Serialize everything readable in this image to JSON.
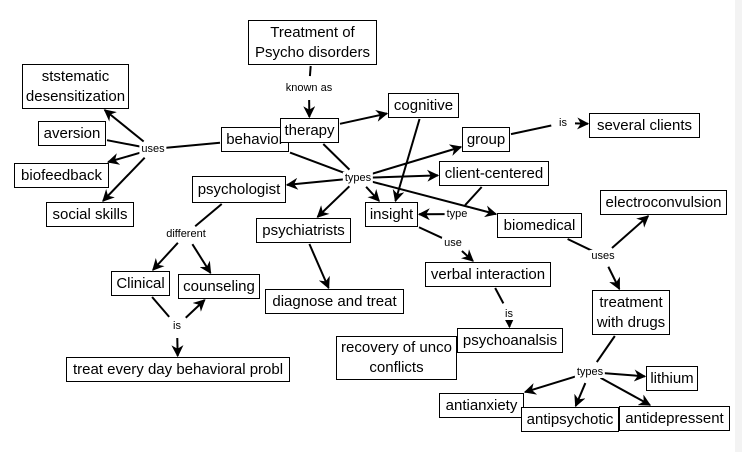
{
  "diagram": {
    "type": "concept-map",
    "nodes": [
      {
        "id": "treatment",
        "label": "Treatment of\nPsycho disorders"
      },
      {
        "id": "ststematic",
        "label": "ststematic\ndesensitization"
      },
      {
        "id": "aversion",
        "label": "aversion"
      },
      {
        "id": "biofeedback",
        "label": "biofeedback"
      },
      {
        "id": "socialskills",
        "label": "social skills"
      },
      {
        "id": "behavior",
        "label": "behavior"
      },
      {
        "id": "therapy",
        "label": "therapy"
      },
      {
        "id": "cognitive",
        "label": "cognitive"
      },
      {
        "id": "group",
        "label": "group"
      },
      {
        "id": "severalclients",
        "label": "several clients"
      },
      {
        "id": "clientcentered",
        "label": "client-centered"
      },
      {
        "id": "psychologist",
        "label": "psychologist"
      },
      {
        "id": "psychiatrists",
        "label": "psychiatrists"
      },
      {
        "id": "insight",
        "label": "insight"
      },
      {
        "id": "biomedical",
        "label": "biomedical"
      },
      {
        "id": "electroconvulsion",
        "label": "electroconvulsion"
      },
      {
        "id": "clinical",
        "label": "Clinical"
      },
      {
        "id": "counseling",
        "label": "counseling"
      },
      {
        "id": "diagnose",
        "label": "diagnose and treat"
      },
      {
        "id": "verbal",
        "label": "verbal interaction"
      },
      {
        "id": "drugs",
        "label": "treatment\nwith drugs"
      },
      {
        "id": "psychoanalsis",
        "label": "psychoanalsis"
      },
      {
        "id": "recovery",
        "label": "recovery of unco\nconflicts"
      },
      {
        "id": "everyday",
        "label": "treat every day behavioral probl"
      },
      {
        "id": "lithium",
        "label": "lithium"
      },
      {
        "id": "antianxiety",
        "label": "antianxiety"
      },
      {
        "id": "antipsychotic",
        "label": "antipsychotic"
      },
      {
        "id": "antidepressent",
        "label": "antidepressent"
      }
    ],
    "link_labels": [
      {
        "id": "knownas",
        "text": "known as"
      },
      {
        "id": "uses1",
        "text": "uses"
      },
      {
        "id": "types1",
        "text": "types"
      },
      {
        "id": "is1",
        "text": "is"
      },
      {
        "id": "different",
        "text": "different"
      },
      {
        "id": "is2",
        "text": "is"
      },
      {
        "id": "type2",
        "text": "type"
      },
      {
        "id": "use3",
        "text": "use"
      },
      {
        "id": "is3",
        "text": "is"
      },
      {
        "id": "uses2",
        "text": "uses"
      },
      {
        "id": "types3",
        "text": "types"
      }
    ],
    "edges": [
      {
        "from": "treatment",
        "to": "knownas"
      },
      {
        "from": "knownas",
        "to": "therapy"
      },
      {
        "from": "behavior",
        "to": "uses1"
      },
      {
        "from": "uses1",
        "to": "ststematic"
      },
      {
        "from": "uses1",
        "to": "aversion",
        "arrow": false
      },
      {
        "from": "uses1",
        "to": "biofeedback"
      },
      {
        "from": "uses1",
        "to": "socialskills"
      },
      {
        "from": "therapy",
        "to": "types1"
      },
      {
        "from": "therapy",
        "to": "cognitive"
      },
      {
        "from": "behavior",
        "to": "types1"
      },
      {
        "from": "cognitive",
        "to": "insight"
      },
      {
        "from": "types1",
        "to": "group"
      },
      {
        "from": "types1",
        "to": "clientcentered"
      },
      {
        "from": "types1",
        "to": "psychologist"
      },
      {
        "from": "types1",
        "to": "psychiatrists"
      },
      {
        "from": "types1",
        "to": "insight"
      },
      {
        "from": "types1",
        "to": "biomedical"
      },
      {
        "from": "group",
        "to": "is1"
      },
      {
        "from": "is1",
        "to": "severalclients"
      },
      {
        "from": "clientcentered",
        "to": "type2"
      },
      {
        "from": "type2",
        "to": "insight"
      },
      {
        "from": "psychologist",
        "to": "different"
      },
      {
        "from": "different",
        "to": "clinical"
      },
      {
        "from": "different",
        "to": "counseling"
      },
      {
        "from": "clinical",
        "to": "is2"
      },
      {
        "from": "is2",
        "to": "counseling"
      },
      {
        "from": "is2",
        "to": "everyday"
      },
      {
        "from": "psychiatrists",
        "to": "diagnose"
      },
      {
        "from": "insight",
        "to": "use3"
      },
      {
        "from": "use3",
        "to": "verbal"
      },
      {
        "from": "verbal",
        "to": "is3"
      },
      {
        "from": "is3",
        "to": "psychoanalsis"
      },
      {
        "from": "psychoanalsis",
        "to": "recovery"
      },
      {
        "from": "biomedical",
        "to": "uses2"
      },
      {
        "from": "uses2",
        "to": "electroconvulsion"
      },
      {
        "from": "uses2",
        "to": "drugs"
      },
      {
        "from": "drugs",
        "to": "types3"
      },
      {
        "from": "types3",
        "to": "lithium"
      },
      {
        "from": "types3",
        "to": "antianxiety"
      },
      {
        "from": "types3",
        "to": "antipsychotic"
      },
      {
        "from": "types3",
        "to": "antidepressent"
      }
    ]
  }
}
